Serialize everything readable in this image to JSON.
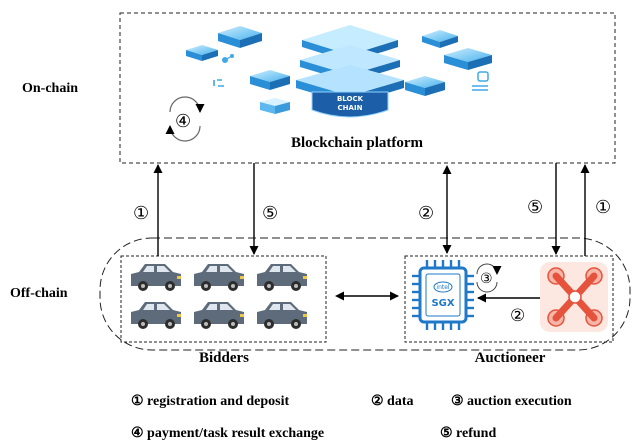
{
  "zones": {
    "on_chain": "On-chain",
    "off_chain": "Off-chain"
  },
  "platform": {
    "label": "Blockchain platform",
    "badge_text": [
      "BLOCK",
      "CHAIN"
    ],
    "cycle_step": "④"
  },
  "bidders": {
    "label": "Bidders",
    "car_count": 6
  },
  "auctioneer": {
    "label": "Auctioneer",
    "chip_brand": "intel",
    "chip_text": "SGX",
    "cycle_step": "③"
  },
  "arrows": {
    "bidders_up": "①",
    "bidders_down": "⑤",
    "sgx_bidir": "②",
    "auctioneer_down": "⑤",
    "auctioneer_up": "①",
    "drone_to_sgx": "②"
  },
  "legend": {
    "item1": "① registration and deposit",
    "item2": "② data",
    "item3": "③ auction execution",
    "item4": "④ payment/task result exchange",
    "item5": "⑤ refund"
  },
  "colors": {
    "car_body": "#5d6b7a",
    "cube_blue": "#3fa9e8",
    "cube_light": "#aee0fb",
    "chip_blue": "#1f78c8",
    "drone_pink": "#f6b7a9",
    "drone_red": "#e5533d"
  }
}
